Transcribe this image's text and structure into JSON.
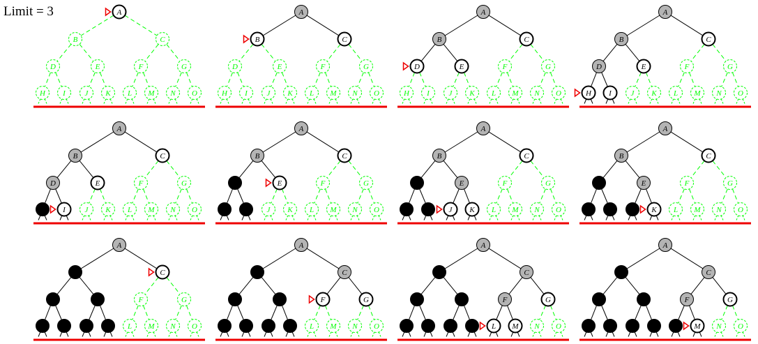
{
  "title": "Limit = 3",
  "colors": {
    "unexplored": "#00ff00",
    "frontier_stroke": "#000000",
    "frontier_fill": "#ffffff",
    "expanded_fill": "#b4b4b4",
    "removed_fill": "#000000",
    "edge": "#000000",
    "limit_line": "#ee0000",
    "marker": "#ee0000"
  },
  "tree": {
    "nodes": [
      "A",
      "B",
      "C",
      "D",
      "E",
      "F",
      "G",
      "H",
      "I",
      "J",
      "K",
      "L",
      "M",
      "N",
      "O"
    ],
    "edges": [
      [
        "A",
        "B"
      ],
      [
        "A",
        "C"
      ],
      [
        "B",
        "D"
      ],
      [
        "B",
        "E"
      ],
      [
        "C",
        "F"
      ],
      [
        "C",
        "G"
      ],
      [
        "D",
        "H"
      ],
      [
        "D",
        "I"
      ],
      [
        "E",
        "J"
      ],
      [
        "E",
        "K"
      ],
      [
        "F",
        "L"
      ],
      [
        "F",
        "M"
      ],
      [
        "G",
        "N"
      ],
      [
        "G",
        "O"
      ]
    ]
  },
  "panels": [
    {
      "expanded": [],
      "frontier": [
        "A"
      ],
      "removed": [],
      "marker": "A"
    },
    {
      "expanded": [
        "A"
      ],
      "frontier": [
        "B",
        "C"
      ],
      "removed": [],
      "marker": "B"
    },
    {
      "expanded": [
        "A",
        "B"
      ],
      "frontier": [
        "C",
        "D",
        "E"
      ],
      "removed": [],
      "marker": "D"
    },
    {
      "expanded": [
        "A",
        "B",
        "D"
      ],
      "frontier": [
        "C",
        "E",
        "H",
        "I"
      ],
      "removed": [],
      "marker": "H"
    },
    {
      "expanded": [
        "A",
        "B",
        "D"
      ],
      "frontier": [
        "C",
        "E",
        "I"
      ],
      "removed": [
        "H"
      ],
      "marker": "I"
    },
    {
      "expanded": [
        "A",
        "B"
      ],
      "frontier": [
        "C",
        "E"
      ],
      "removed": [
        "D",
        "H",
        "I"
      ],
      "marker": "E"
    },
    {
      "expanded": [
        "A",
        "B",
        "E"
      ],
      "frontier": [
        "C",
        "J",
        "K"
      ],
      "removed": [
        "D",
        "H",
        "I"
      ],
      "marker": "J"
    },
    {
      "expanded": [
        "A",
        "B",
        "E"
      ],
      "frontier": [
        "C",
        "K"
      ],
      "removed": [
        "D",
        "H",
        "I",
        "J"
      ],
      "marker": "K"
    },
    {
      "expanded": [
        "A"
      ],
      "frontier": [
        "C"
      ],
      "removed": [
        "B",
        "D",
        "E",
        "H",
        "I",
        "J",
        "K"
      ],
      "marker": "C"
    },
    {
      "expanded": [
        "A",
        "C"
      ],
      "frontier": [
        "F",
        "G"
      ],
      "removed": [
        "B",
        "D",
        "E",
        "H",
        "I",
        "J",
        "K"
      ],
      "marker": "F"
    },
    {
      "expanded": [
        "A",
        "C",
        "F"
      ],
      "frontier": [
        "G",
        "L",
        "M"
      ],
      "removed": [
        "B",
        "D",
        "E",
        "H",
        "I",
        "J",
        "K"
      ],
      "marker": "L"
    },
    {
      "expanded": [
        "A",
        "C",
        "F"
      ],
      "frontier": [
        "G",
        "M"
      ],
      "removed": [
        "B",
        "D",
        "E",
        "H",
        "I",
        "J",
        "K",
        "L"
      ],
      "marker": "M"
    }
  ]
}
